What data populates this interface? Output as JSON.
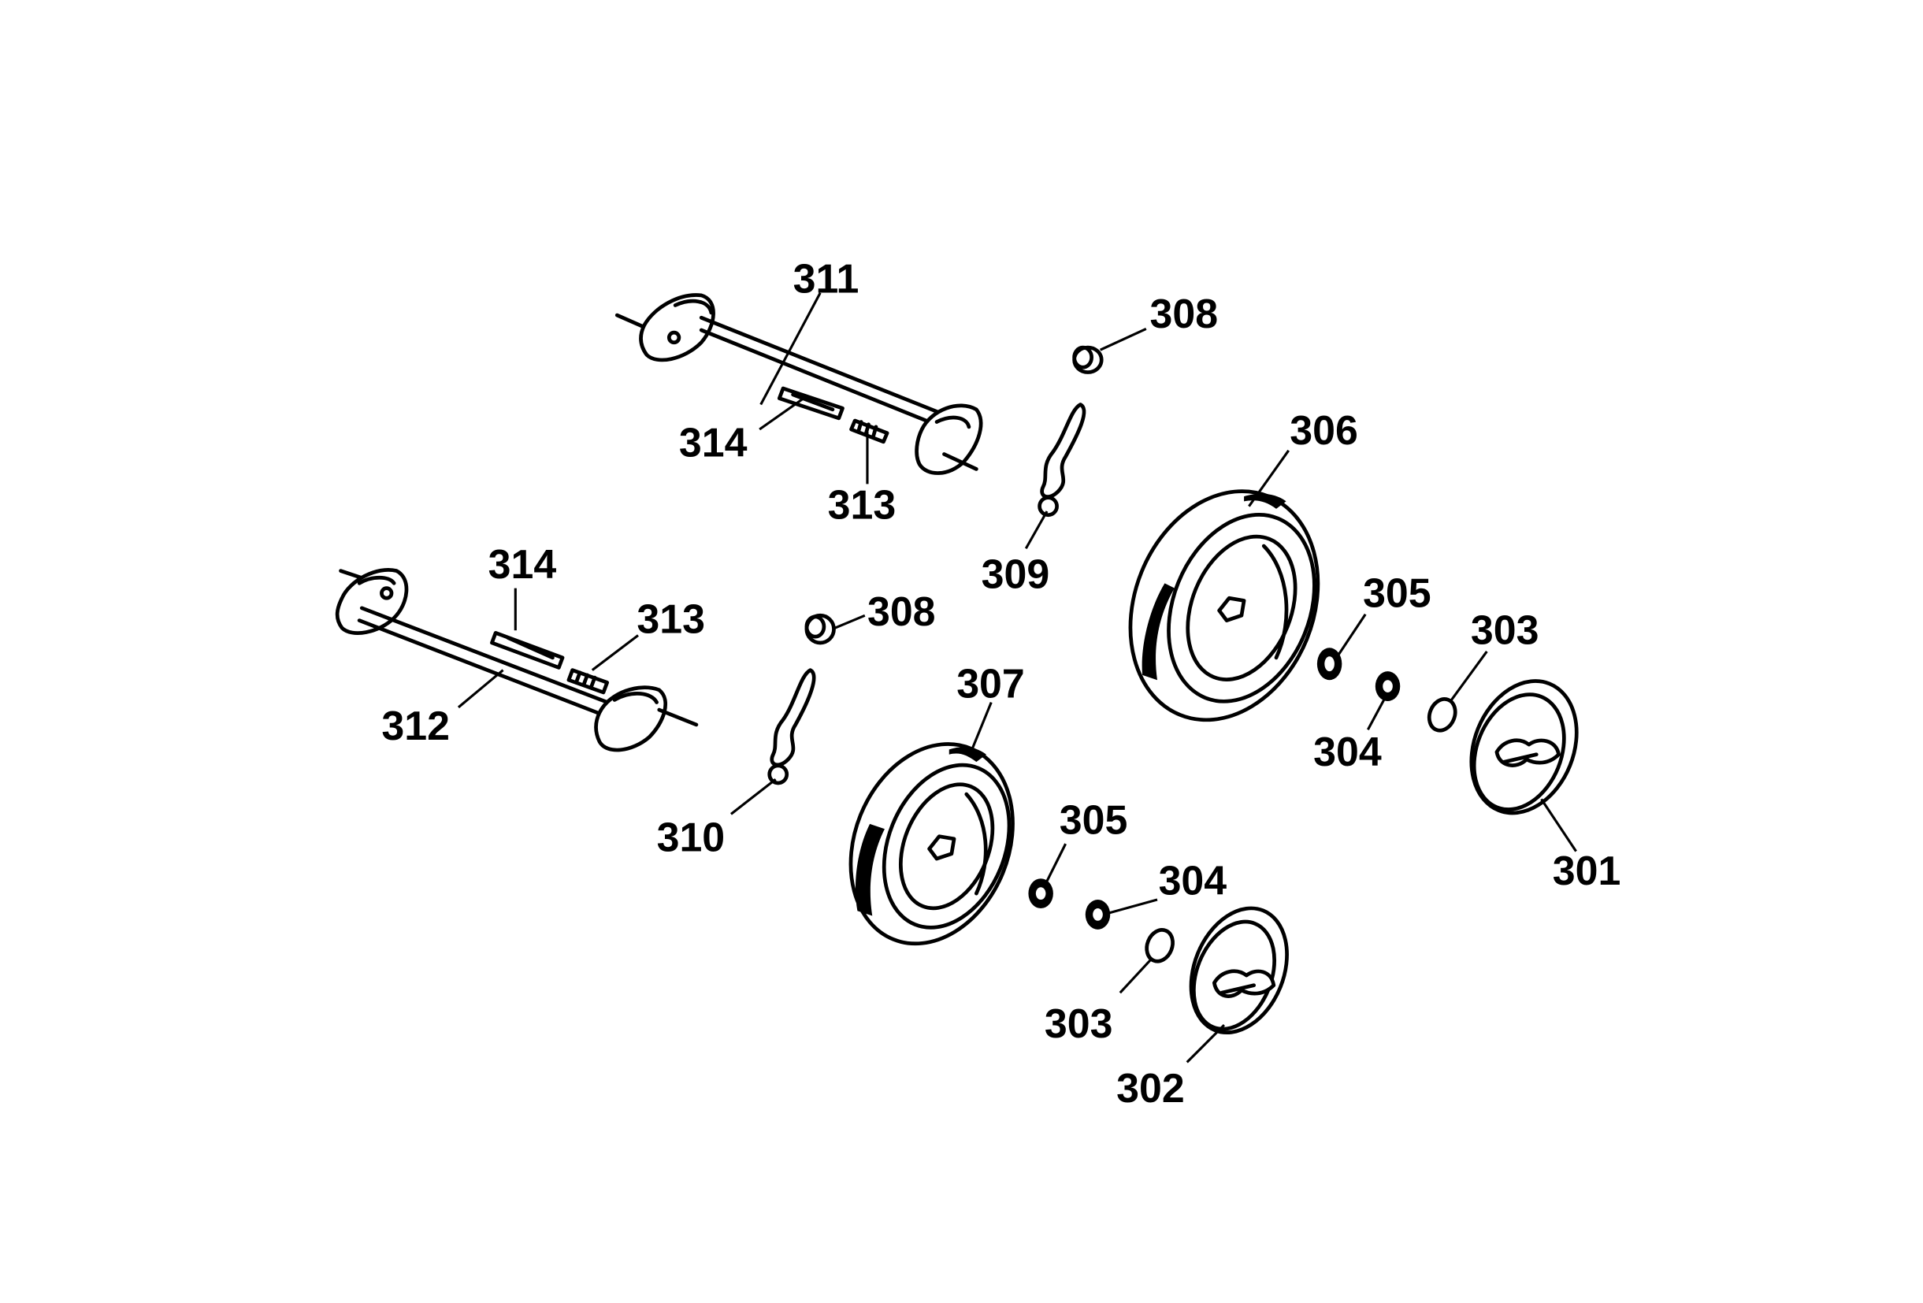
{
  "labels": {
    "p301": "301",
    "p302": "302",
    "p303a": "303",
    "p303b": "303",
    "p304a": "304",
    "p304b": "304",
    "p305a": "305",
    "p305b": "305",
    "p306": "306",
    "p307": "307",
    "p308a": "308",
    "p308b": "308",
    "p309": "309",
    "p310": "310",
    "p311": "311",
    "p312": "312",
    "p313a": "313",
    "p313b": "313",
    "p314a": "314",
    "p314b": "314"
  }
}
